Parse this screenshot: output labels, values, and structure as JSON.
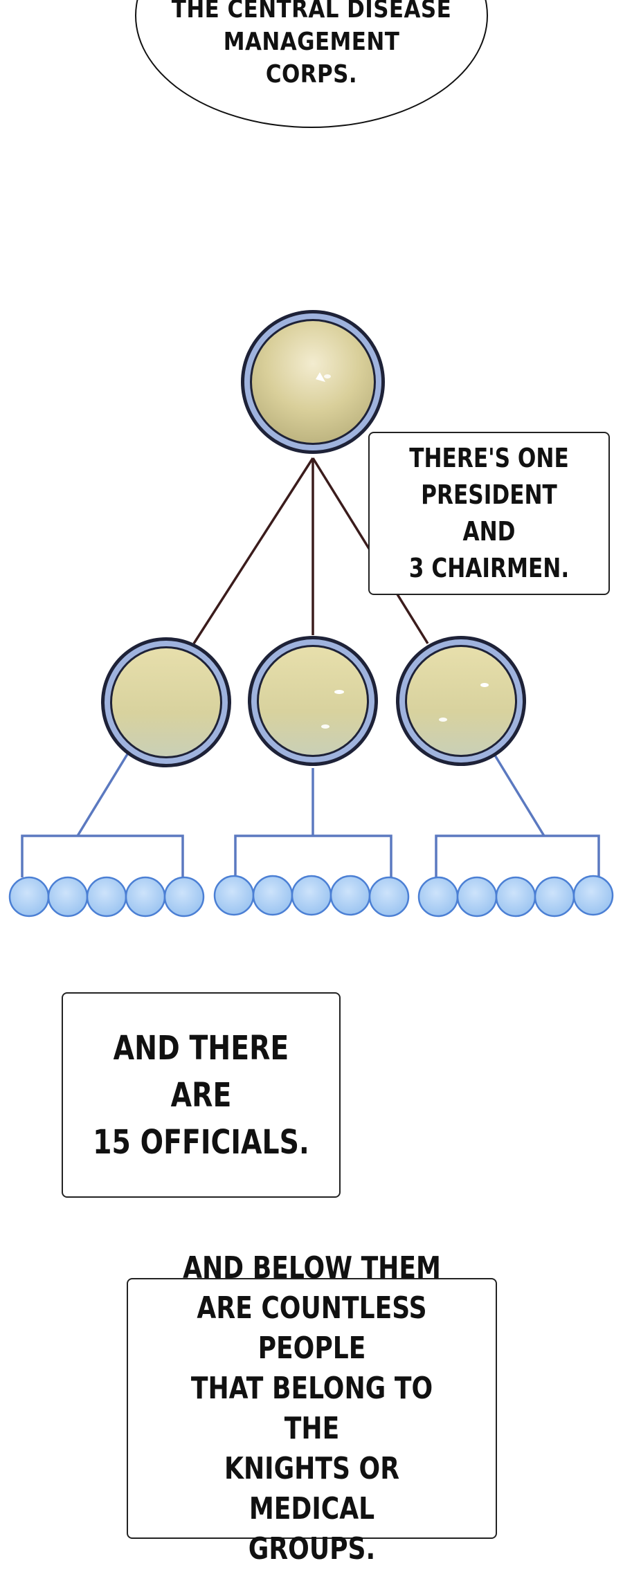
{
  "speech_bubble": {
    "lines": [
      "THE CENTRAL DISEASE",
      "MANAGEMENT",
      "CORPS."
    ]
  },
  "captions": {
    "president_chairmen": "THERE'S ONE\nPRESIDENT AND\n3 CHAIRMEN.",
    "officials": "AND THERE ARE\n15 OFFICIALS.",
    "below": "AND BELOW THEM\nARE COUNTLESS PEOPLE\nTHAT BELONG TO THE\nKNIGHTS OR MEDICAL\nGROUPS."
  },
  "hierarchy": {
    "president_count": 1,
    "chairmen_count": 3,
    "officials_per_chairman": 5,
    "colors": {
      "gold_fill": "#d9cf9a",
      "ring": "#9fb3de",
      "ring_dark": "#1e2238",
      "connector_top": "#3b1c1c",
      "connector_bottom": "#5b79c0",
      "official_fill": "#a9cdf3",
      "official_stroke": "#4b7fd4"
    }
  }
}
